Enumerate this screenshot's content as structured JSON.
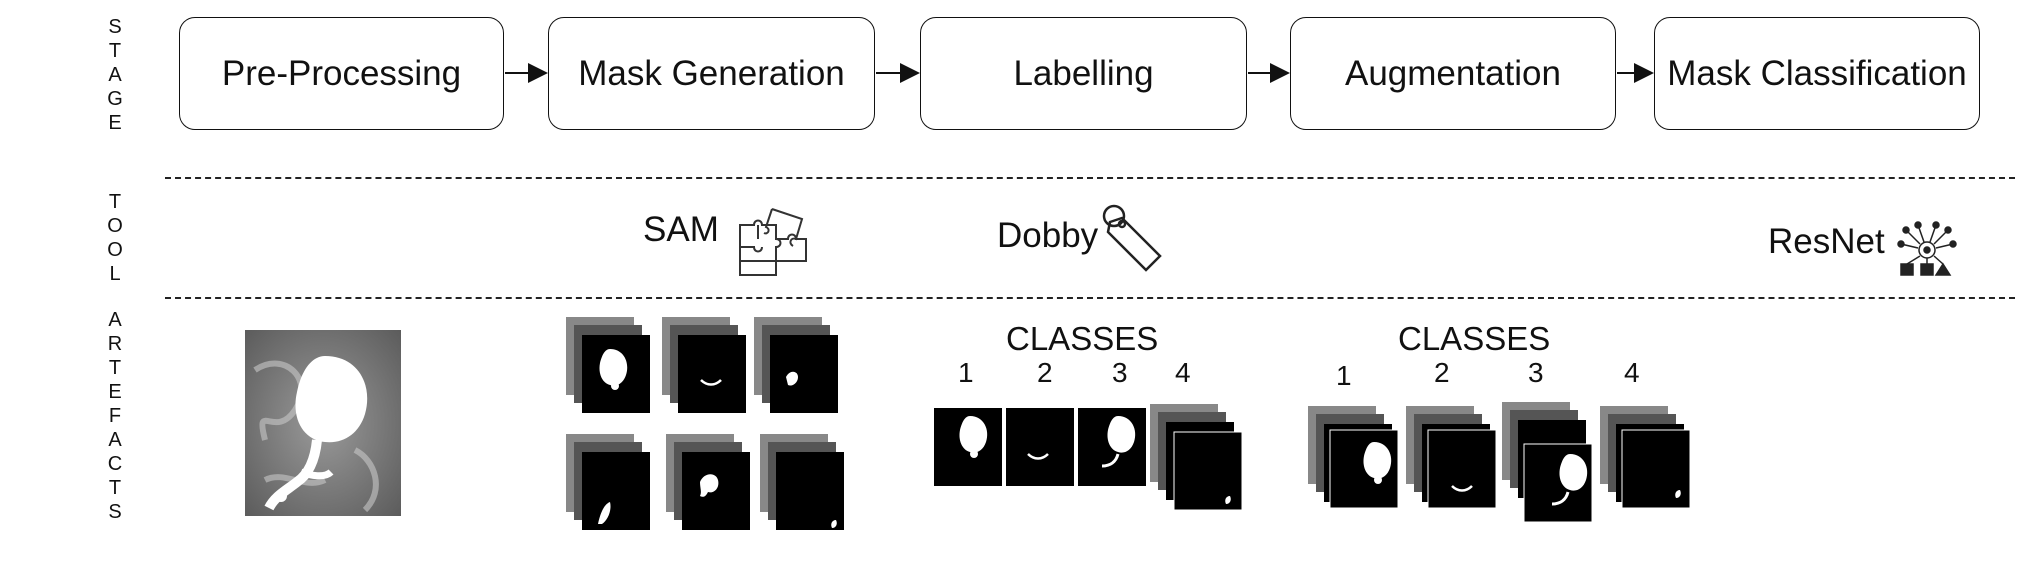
{
  "side_labels": {
    "stage": [
      "S",
      "T",
      "A",
      "G",
      "E"
    ],
    "tool": [
      "T",
      "O",
      "O",
      "L"
    ],
    "artefacts": [
      "A",
      "R",
      "T",
      "E",
      "F",
      "A",
      "C",
      "T",
      "S"
    ]
  },
  "stages": [
    {
      "label": "Pre-Processing"
    },
    {
      "label": "Mask Generation"
    },
    {
      "label": "Labelling"
    },
    {
      "label": "Augmentation"
    },
    {
      "label": "Mask Classification"
    }
  ],
  "tools": {
    "sam": {
      "label": "SAM",
      "icon": "puzzle-icon"
    },
    "dobby": {
      "label": "Dobby",
      "icon": "tag-icon"
    },
    "resnet": {
      "label": "ResNet",
      "icon": "neural-network-icon"
    }
  },
  "labelling_classes": {
    "title": "CLASSES",
    "numbers": [
      "1",
      "2",
      "3",
      "4"
    ]
  },
  "augmentation_classes": {
    "title": "CLASSES",
    "numbers": [
      "1",
      "2",
      "3",
      "4"
    ]
  }
}
